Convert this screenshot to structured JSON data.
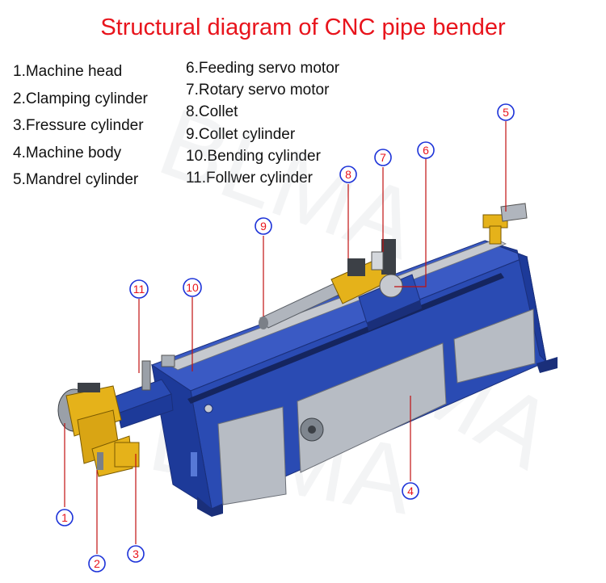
{
  "title": "Structural diagram of CNC pipe bender",
  "legend_left": [
    "1.Machine head",
    "2.Clamping cylinder",
    "3.Fressure cylinder",
    "4.Machine body",
    "5.Mandrel cylinder"
  ],
  "legend_right": [
    "6.Feeding servo motor",
    "7.Rotary servo motor",
    "8.Collet",
    "9.Collet cylinder",
    "10.Bending cylinder",
    "11.Follwer cylinder"
  ],
  "callouts": [
    "1",
    "2",
    "3",
    "4",
    "5",
    "6",
    "7",
    "8",
    "9",
    "10",
    "11"
  ],
  "watermark": "BLMA",
  "colors": {
    "title": "#e8141c",
    "callout_circle": "#1c32d8",
    "callout_text": "#e8141c",
    "leader_line": "#c01010",
    "machine_blue": "#2a4bb3",
    "machine_dark": "#1a2f7a",
    "accent_yellow": "#e5b21a"
  }
}
